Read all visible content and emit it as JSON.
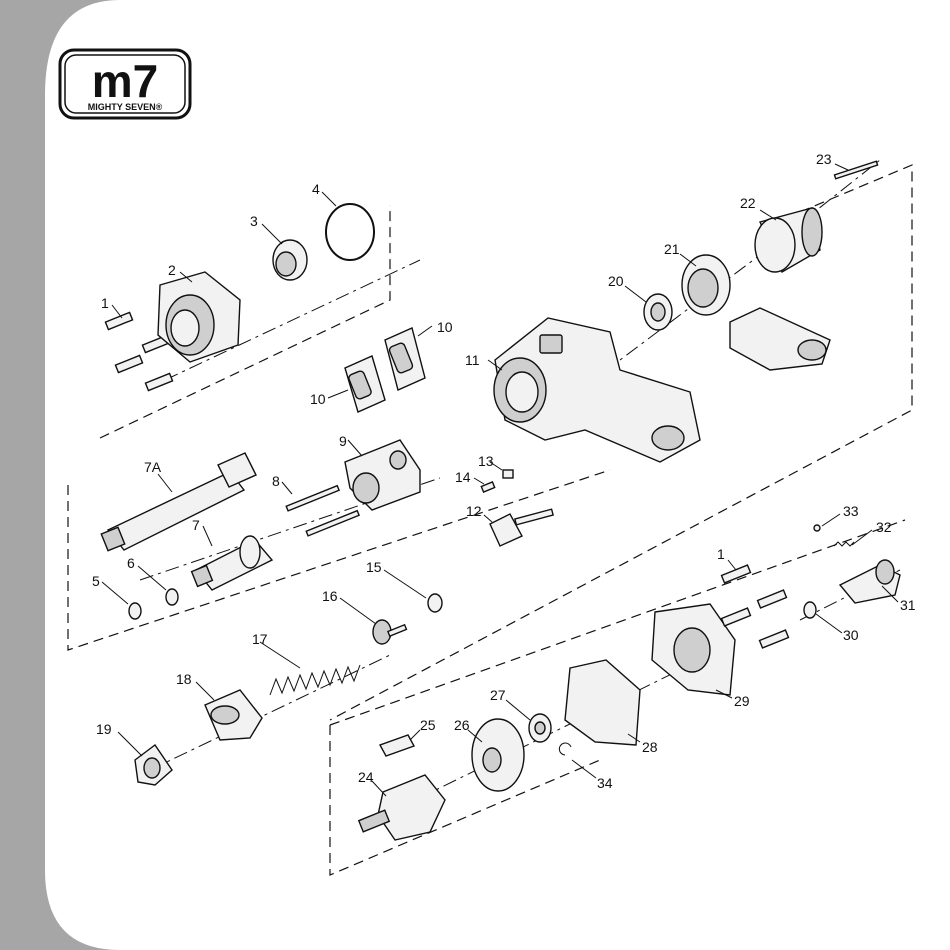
{
  "brand": {
    "logo_text": "m7",
    "logo_subtext": "MIGHTY SEVEN®",
    "colors": {
      "side_band": "#a6a6a6",
      "ink": "#111111",
      "background": "#ffffff"
    }
  },
  "diagram": {
    "type": "exploded-parts-view",
    "callouts": {
      "p1": "1",
      "p2": "2",
      "p3": "3",
      "p4": "4",
      "p5": "5",
      "p6": "6",
      "p7": "7",
      "p7a": "7A",
      "p8": "8",
      "p9": "9",
      "p10a": "10",
      "p10b": "10",
      "p11": "11",
      "p12": "12",
      "p13": "13",
      "p14": "14",
      "p15": "15",
      "p16": "16",
      "p17": "17",
      "p18": "18",
      "p19": "19",
      "p20": "20",
      "p21": "21",
      "p22": "22",
      "p23": "23",
      "p24": "24",
      "p25": "25",
      "p26": "26",
      "p27": "27",
      "p28": "28",
      "p29": "29",
      "p30": "30",
      "p31": "31",
      "p32": "32",
      "p33": "33",
      "p34": "34",
      "p1b": "1"
    }
  }
}
